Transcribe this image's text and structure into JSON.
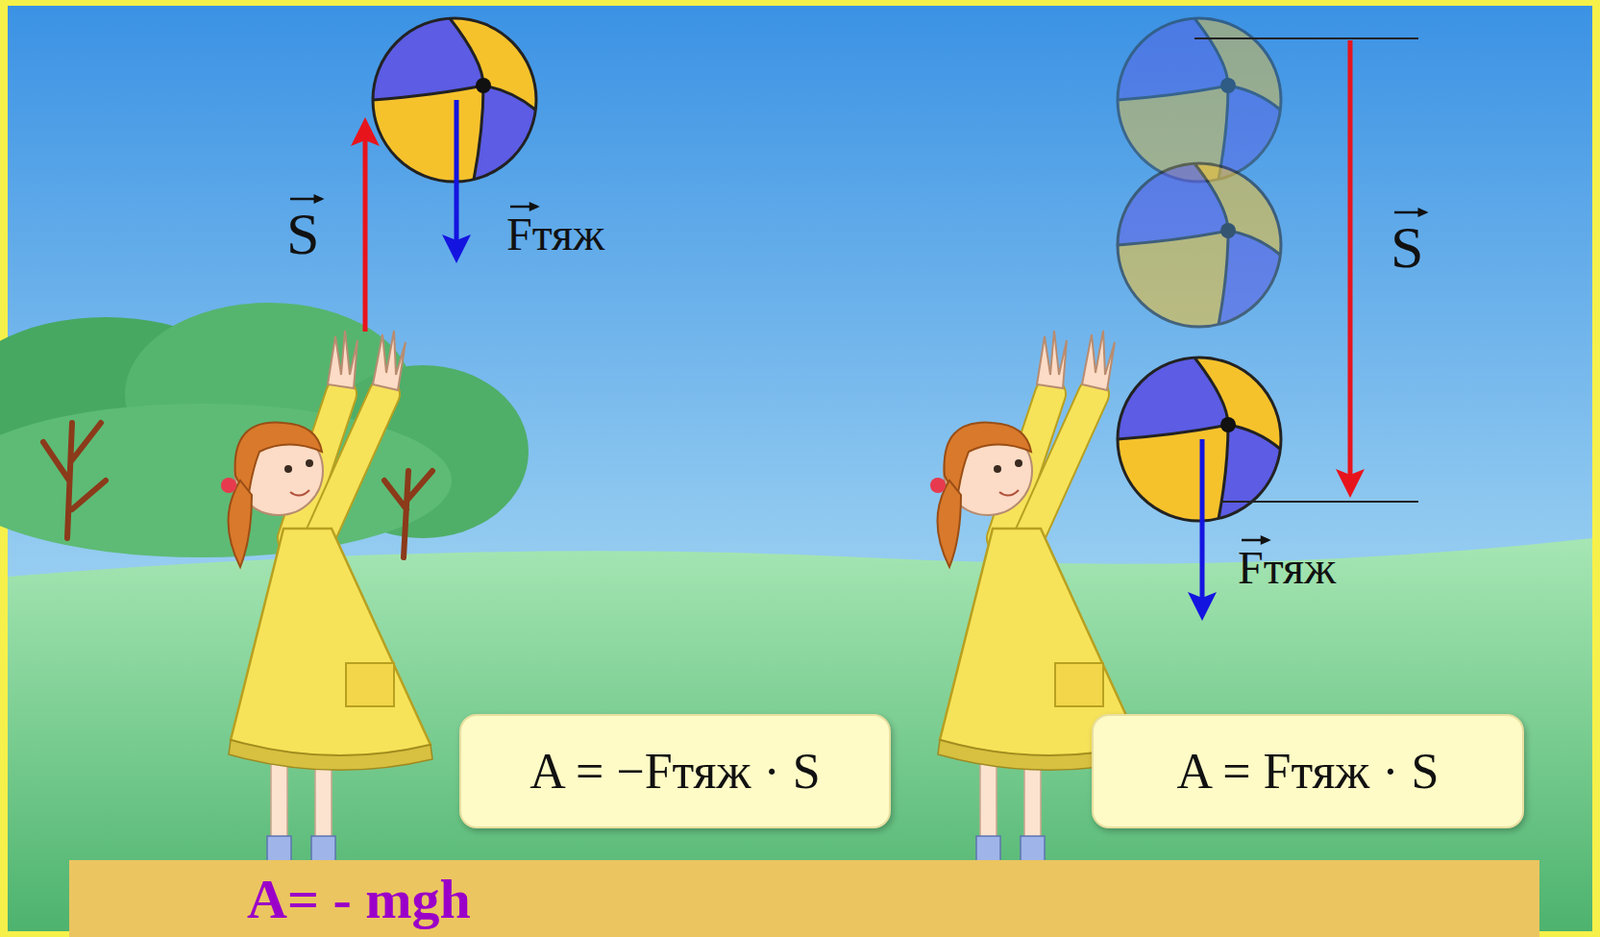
{
  "diagram": {
    "nodes": [
      {
        "text": [
          "A = −Fтяж · S"
        ]
      },
      {
        "text": [
          "A = Fтяж · S"
        ]
      },
      {
        "text": [
          "A= - mgh"
        ]
      }
    ],
    "labels": [
      "S",
      "Fтяж",
      "S",
      "Fтяж"
    ]
  }
}
